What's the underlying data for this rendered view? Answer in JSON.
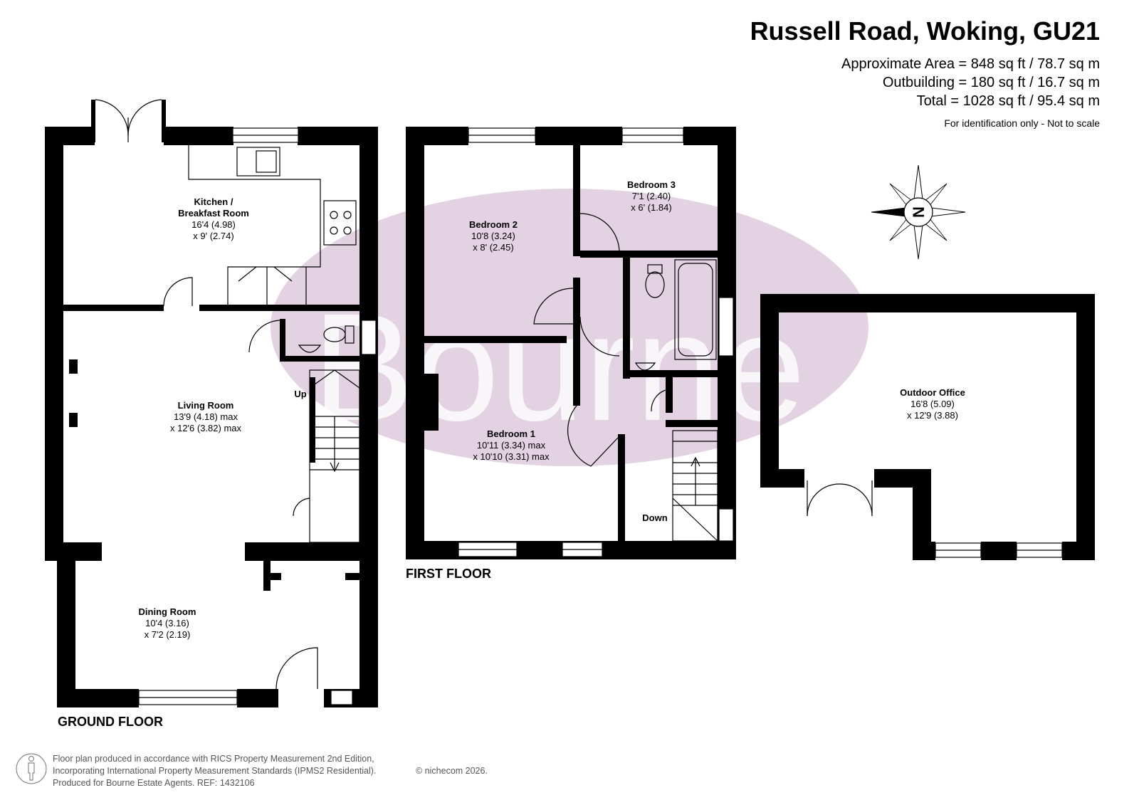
{
  "header": {
    "title": "Russell Road, Woking, GU21",
    "approx_area": "Approximate Area = 848 sq ft / 78.7 sq m",
    "outbuilding": "Outbuilding = 180 sq ft / 16.7 sq m",
    "total": "Total = 1028 sq ft / 95.4 sq m",
    "note": "For identification only - Not to scale"
  },
  "watermark": {
    "text": "Bourne",
    "color": "#d8c3d8"
  },
  "colors": {
    "wall": "#000000",
    "room_fill": "#ffffff",
    "line": "#000000"
  },
  "floors": {
    "ground": "GROUND FLOOR",
    "first": "FIRST FLOOR"
  },
  "rooms": {
    "kitchen": {
      "name": "Kitchen /\nBreakfast Room",
      "name1": "Kitchen /",
      "name2": "Breakfast Room",
      "dim1": "16'4 (4.98)",
      "dim2": "x 9' (2.74)"
    },
    "living": {
      "name": "Living Room",
      "dim1": "13'9 (4.18) max",
      "dim2": "x 12'6 (3.82) max"
    },
    "dining": {
      "name": "Dining Room",
      "dim1": "10'4 (3.16)",
      "dim2": "x 7'2 (2.19)"
    },
    "bedroom2": {
      "name": "Bedroom 2",
      "dim1": "10'8 (3.24)",
      "dim2": "x 8' (2.45)"
    },
    "bedroom3": {
      "name": "Bedroom 3",
      "dim1": "7'1 (2.40)",
      "dim2": "x 6' (1.84)"
    },
    "bedroom1": {
      "name": "Bedroom 1",
      "dim1": "10'11 (3.34) max",
      "dim2": "x 10'10 (3.31) max"
    },
    "office": {
      "name": "Outdoor Office",
      "dim1": "16'8 (5.09)",
      "dim2": "x 12'9 (3.88)"
    }
  },
  "stairs": {
    "up": "Up",
    "down": "Down"
  },
  "compass": {
    "letter": "N",
    "icon": "compass-rose-icon"
  },
  "footer": {
    "line1": "Floor plan produced in accordance with RICS Property Measurement 2nd Edition,",
    "line2": "Incorporating International Property Measurement Standards (IPMS2 Residential).",
    "copyright": "© nichecom 2026.",
    "line3": "Produced for Bourne Estate Agents.   REF:  1432106",
    "icon": "person-icon"
  }
}
